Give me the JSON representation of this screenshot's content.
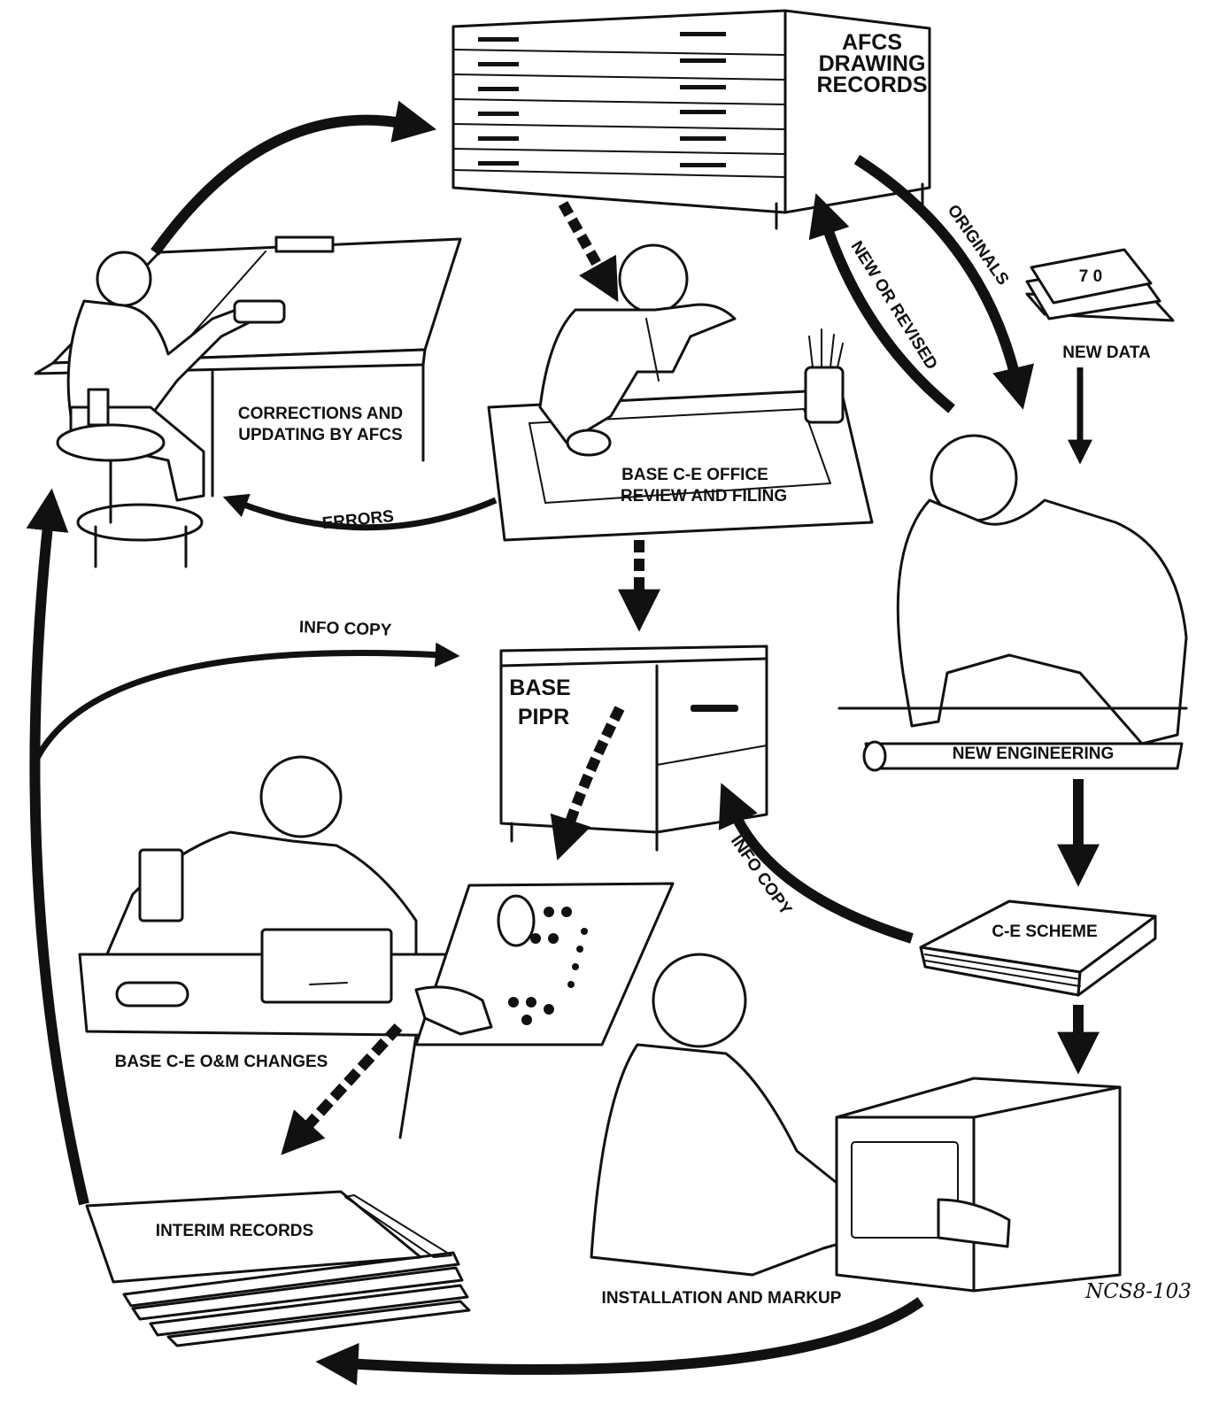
{
  "labels": {
    "afcs_records": [
      "AFCS",
      "DRAWING",
      "RECORDS"
    ],
    "corrections": [
      "CORRECTIONS AND",
      "UPDATING BY AFCS"
    ],
    "base_review": [
      "BASE C-E OFFICE",
      "REVIEW AND FILING"
    ],
    "errors": "ERRORS",
    "originals": "ORIGINALS",
    "new_or_revised": "NEW OR REVISED",
    "new_data": "NEW DATA",
    "book_mark": "7 0",
    "new_engineering": "NEW ENGINEERING",
    "info_copy_top": "INFO COPY",
    "base_pipr": [
      "BASE",
      "PIPR"
    ],
    "info_copy_right": "INFO COPY",
    "ce_scheme": "C-E SCHEME",
    "base_om_changes": "BASE C-E O&M CHANGES",
    "interim_records": "INTERIM RECORDS",
    "installation": "INSTALLATION AND MARKUP",
    "figure_id": "NCS8-103"
  }
}
